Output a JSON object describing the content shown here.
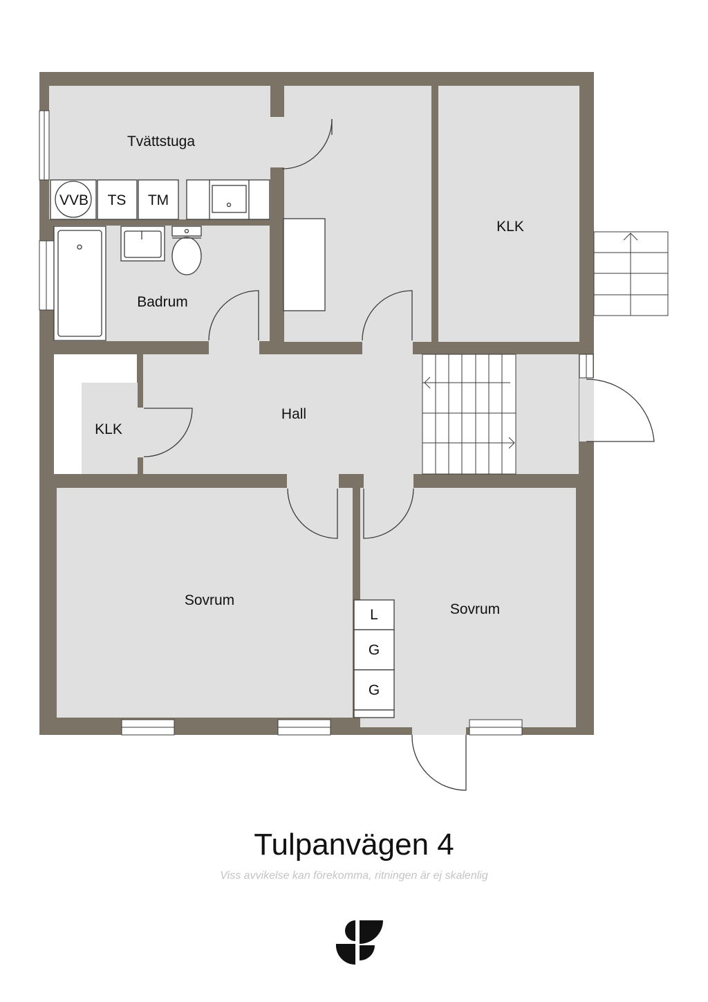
{
  "title": "Tulpanvägen 4",
  "disclaimer": "Viss avvikelse kan förekomma, ritningen är ej skalenlig",
  "colors": {
    "wall": "#7b7466",
    "floor": "#e0e0e0",
    "stroke": "#3a3a3a",
    "background": "#ffffff"
  },
  "rooms": {
    "tvattstuga": "Tvättstuga",
    "klk_top": "KLK",
    "badrum": "Badrum",
    "hall": "Hall",
    "klk_small": "KLK",
    "sovrum_left": "Sovrum",
    "sovrum_right": "Sovrum"
  },
  "fixtures": {
    "vvb": "VVB",
    "ts": "TS",
    "tm": "TM",
    "wardrobe": [
      "L",
      "G",
      "G"
    ]
  },
  "icons": {
    "logo": "sf-logo-icon"
  }
}
